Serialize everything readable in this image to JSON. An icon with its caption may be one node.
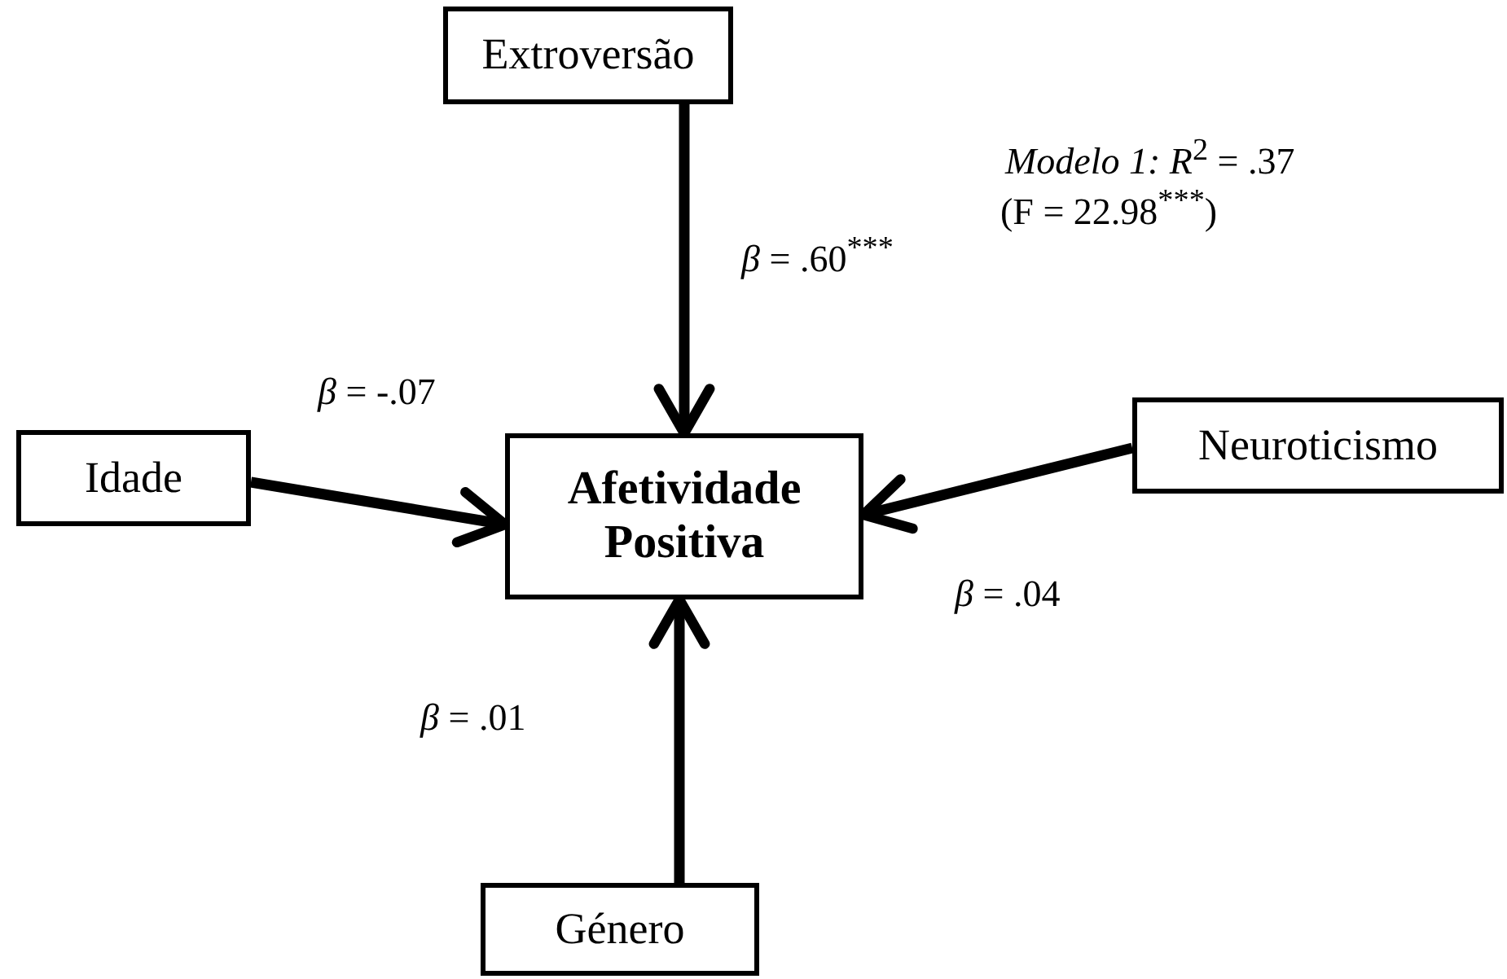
{
  "diagram": {
    "nodes": [
      {
        "text": [
          "Extroversão"
        ]
      },
      {
        "text": [
          "Idade"
        ]
      },
      {
        "text": [
          "Afetividade Positiva"
        ]
      },
      {
        "text": [
          "Neuroticismo"
        ]
      },
      {
        "text": [
          "Género"
        ]
      }
    ],
    "edges": [
      {
        "from": 0,
        "to": 2,
        "arrow": "to",
        "label": "*β* = .60$^{***}$"
      },
      {
        "from": 1,
        "to": 2,
        "arrow": "to",
        "label": "*β* =  -.07"
      },
      {
        "from": 3,
        "to": 2,
        "arrow": "to",
        "label": "*β* = .04"
      },
      {
        "from": 4,
        "to": 2,
        "arrow": "to",
        "label": "*β* = .01"
      }
    ],
    "labels": [
      "*Modelo 1: R*$^{2}$ = .37",
      "(F = 22.98$^{***}$)"
    ]
  }
}
